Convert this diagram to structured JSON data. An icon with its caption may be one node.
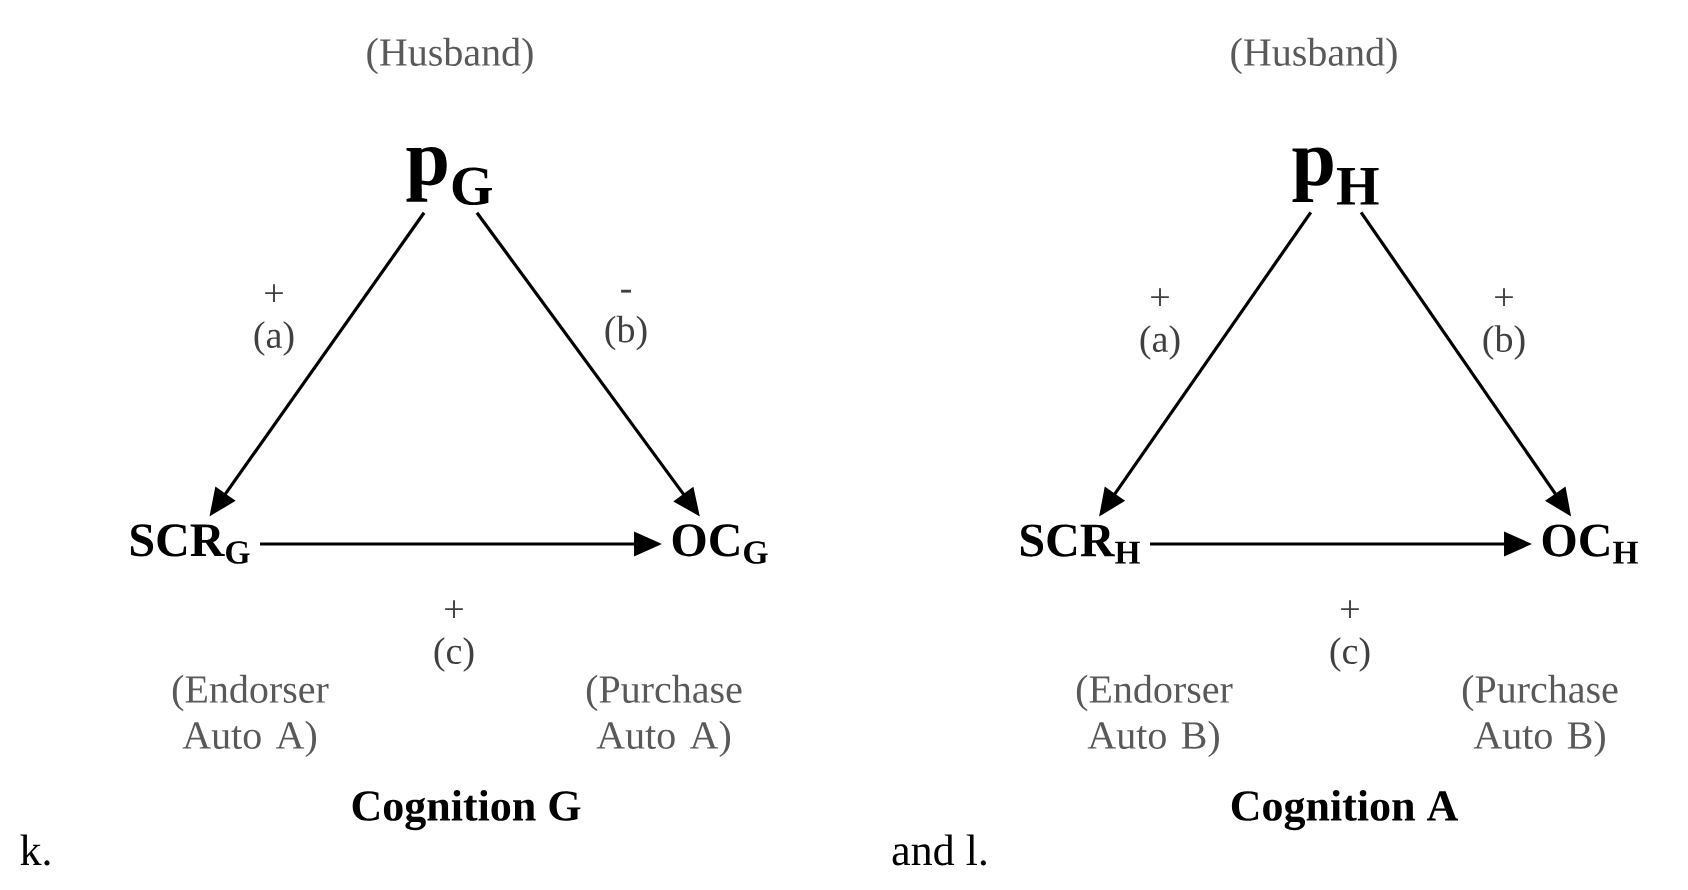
{
  "diagram": {
    "nodes": [
      {
        "text": [
          "(Husband)",
          "p$_{G}$"
        ]
      },
      {
        "text": [
          "SCR$_{G}$",
          "(Endorser Auto A)"
        ]
      },
      {
        "text": [
          "OC$_{G}$",
          "(Purchase Auto A)"
        ]
      },
      {
        "text": [
          "(Husband)",
          "p$_{H}$"
        ]
      },
      {
        "text": [
          "SCR$_{H}$",
          "(Endorser Auto B)"
        ]
      },
      {
        "text": [
          "OC$_{H}$",
          "(Purchase Auto B)"
        ]
      }
    ],
    "edges": [
      {
        "from": 0,
        "to": 1,
        "arrow": "to",
        "label": "+ (a)"
      },
      {
        "from": 0,
        "to": 2,
        "arrow": "to",
        "label": "- (b)"
      },
      {
        "from": 1,
        "to": 2,
        "arrow": "to",
        "label": "+ (c)"
      },
      {
        "from": 3,
        "to": 4,
        "arrow": "to",
        "label": "+ (a)"
      },
      {
        "from": 3,
        "to": 5,
        "arrow": "to",
        "label": "+ (b)"
      },
      {
        "from": 4,
        "to": 5,
        "arrow": "to",
        "label": "+ (c)"
      }
    ],
    "labels": [
      "k.",
      "Cognition G",
      "and l.",
      "Cognition A"
    ]
  }
}
